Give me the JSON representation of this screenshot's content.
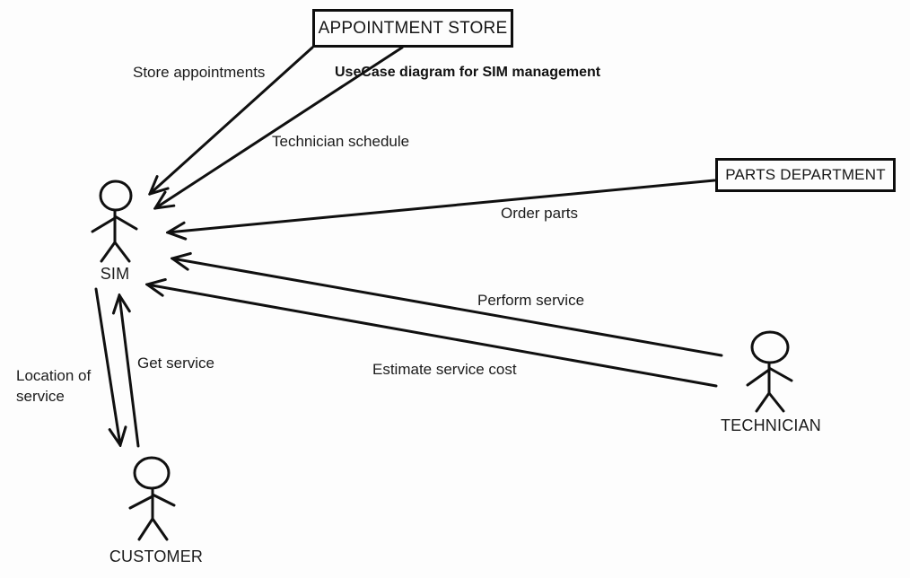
{
  "title": "UseCase diagram for SIM management",
  "colors": {
    "ink": "#101010",
    "background": "#fdfdfd"
  },
  "boxes": {
    "appointment_store": {
      "label": "APPOINTMENT STORE"
    },
    "parts_department": {
      "label": "PARTS DEPARTMENT"
    }
  },
  "actors": {
    "sim": {
      "label": "SIM"
    },
    "technician": {
      "label": "TECHNICIAN"
    },
    "customer": {
      "label": "CUSTOMER"
    }
  },
  "edges": {
    "store_appointments": {
      "label": "Store appointments",
      "from": "APPOINTMENT STORE",
      "to": "SIM"
    },
    "technician_schedule": {
      "label": "Technician schedule",
      "from": "APPOINTMENT STORE",
      "to": "SIM"
    },
    "order_parts": {
      "label": "Order parts",
      "from": "PARTS DEPARTMENT",
      "to": "SIM"
    },
    "perform_service": {
      "label": "Perform service",
      "from": "TECHNICIAN",
      "to": "SIM"
    },
    "estimate_service_cost": {
      "label": "Estimate service cost",
      "from": "TECHNICIAN",
      "to": "SIM"
    },
    "get_service": {
      "label": "Get service",
      "from": "CUSTOMER",
      "to": "SIM"
    },
    "location_of_service": {
      "label": "Location of service",
      "from": "SIM",
      "to": "CUSTOMER"
    }
  }
}
